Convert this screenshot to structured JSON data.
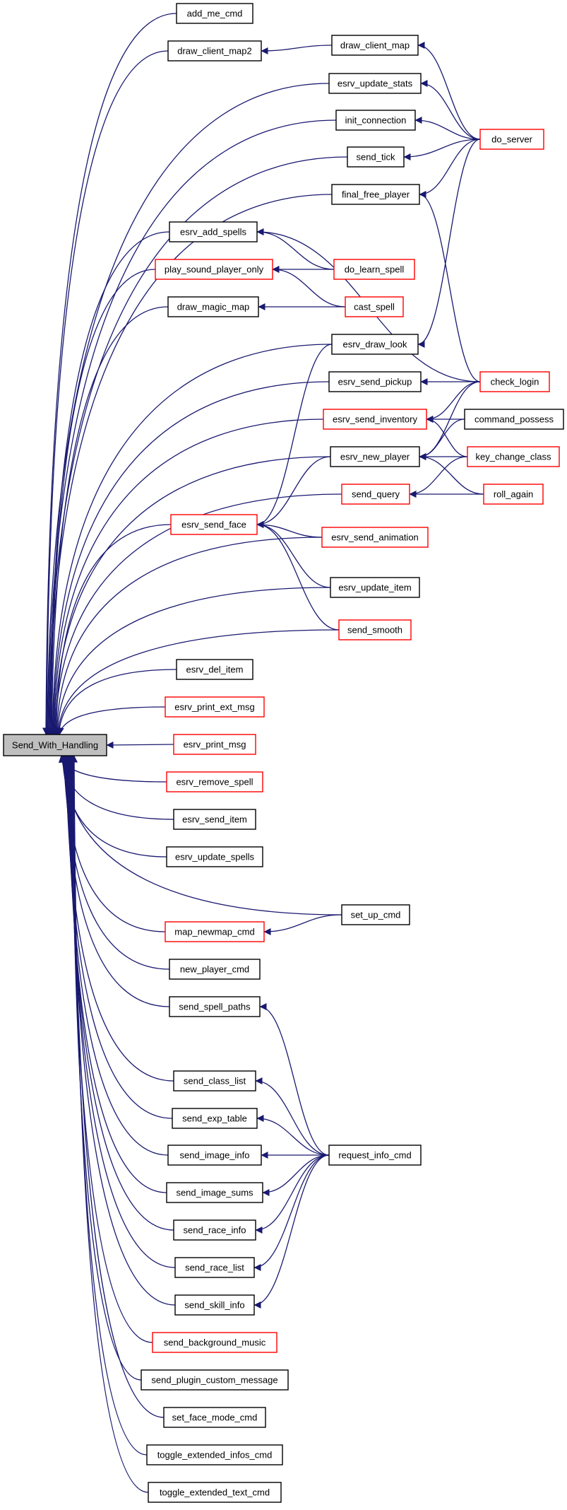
{
  "root": "Send_With_Handling",
  "nodes": [
    {
      "id": "Send_With_Handling",
      "label": "Send_With_Handling",
      "style": "root"
    },
    {
      "id": "add_me_cmd",
      "label": "add_me_cmd",
      "style": "normal"
    },
    {
      "id": "draw_client_map2",
      "label": "draw_client_map2",
      "style": "normal"
    },
    {
      "id": "draw_client_map",
      "label": "draw_client_map",
      "style": "normal"
    },
    {
      "id": "esrv_update_stats",
      "label": "esrv_update_stats",
      "style": "normal"
    },
    {
      "id": "init_connection",
      "label": "init_connection",
      "style": "normal"
    },
    {
      "id": "do_server",
      "label": "do_server",
      "style": "red"
    },
    {
      "id": "send_tick",
      "label": "send_tick",
      "style": "normal"
    },
    {
      "id": "final_free_player",
      "label": "final_free_player",
      "style": "normal"
    },
    {
      "id": "esrv_add_spells",
      "label": "esrv_add_spells",
      "style": "normal"
    },
    {
      "id": "play_sound_player_only",
      "label": "play_sound_player_only",
      "style": "red"
    },
    {
      "id": "do_learn_spell",
      "label": "do_learn_spell",
      "style": "red"
    },
    {
      "id": "cast_spell",
      "label": "cast_spell",
      "style": "red"
    },
    {
      "id": "draw_magic_map",
      "label": "draw_magic_map",
      "style": "normal"
    },
    {
      "id": "esrv_draw_look",
      "label": "esrv_draw_look",
      "style": "normal"
    },
    {
      "id": "esrv_send_pickup",
      "label": "esrv_send_pickup",
      "style": "normal"
    },
    {
      "id": "check_login",
      "label": "check_login",
      "style": "red"
    },
    {
      "id": "esrv_send_inventory",
      "label": "esrv_send_inventory",
      "style": "red"
    },
    {
      "id": "command_possess",
      "label": "command_possess",
      "style": "normal"
    },
    {
      "id": "esrv_new_player",
      "label": "esrv_new_player",
      "style": "normal"
    },
    {
      "id": "key_change_class",
      "label": "key_change_class",
      "style": "red"
    },
    {
      "id": "send_query",
      "label": "send_query",
      "style": "red"
    },
    {
      "id": "roll_again",
      "label": "roll_again",
      "style": "red"
    },
    {
      "id": "esrv_send_face",
      "label": "esrv_send_face",
      "style": "red"
    },
    {
      "id": "esrv_send_animation",
      "label": "esrv_send_animation",
      "style": "red"
    },
    {
      "id": "esrv_update_item",
      "label": "esrv_update_item",
      "style": "normal"
    },
    {
      "id": "send_smooth",
      "label": "send_smooth",
      "style": "red"
    },
    {
      "id": "esrv_del_item",
      "label": "esrv_del_item",
      "style": "normal"
    },
    {
      "id": "esrv_print_ext_msg",
      "label": "esrv_print_ext_msg",
      "style": "red"
    },
    {
      "id": "esrv_print_msg",
      "label": "esrv_print_msg",
      "style": "red"
    },
    {
      "id": "esrv_remove_spell",
      "label": "esrv_remove_spell",
      "style": "red"
    },
    {
      "id": "esrv_send_item",
      "label": "esrv_send_item",
      "style": "normal"
    },
    {
      "id": "esrv_update_spells",
      "label": "esrv_update_spells",
      "style": "normal"
    },
    {
      "id": "set_up_cmd",
      "label": "set_up_cmd",
      "style": "normal"
    },
    {
      "id": "map_newmap_cmd",
      "label": "map_newmap_cmd",
      "style": "red"
    },
    {
      "id": "new_player_cmd",
      "label": "new_player_cmd",
      "style": "normal"
    },
    {
      "id": "send_spell_paths",
      "label": "send_spell_paths",
      "style": "normal"
    },
    {
      "id": "send_class_list",
      "label": "send_class_list",
      "style": "normal"
    },
    {
      "id": "send_exp_table",
      "label": "send_exp_table",
      "style": "normal"
    },
    {
      "id": "send_image_info",
      "label": "send_image_info",
      "style": "normal"
    },
    {
      "id": "request_info_cmd",
      "label": "request_info_cmd",
      "style": "normal"
    },
    {
      "id": "send_image_sums",
      "label": "send_image_sums",
      "style": "normal"
    },
    {
      "id": "send_race_info",
      "label": "send_race_info",
      "style": "normal"
    },
    {
      "id": "send_race_list",
      "label": "send_race_list",
      "style": "normal"
    },
    {
      "id": "send_skill_info",
      "label": "send_skill_info",
      "style": "normal"
    },
    {
      "id": "send_background_music",
      "label": "send_background_music",
      "style": "red"
    },
    {
      "id": "send_plugin_custom_message",
      "label": "send_plugin_custom_message",
      "style": "normal"
    },
    {
      "id": "set_face_mode_cmd",
      "label": "set_face_mode_cmd",
      "style": "normal"
    },
    {
      "id": "toggle_extended_infos_cmd",
      "label": "toggle_extended_infos_cmd",
      "style": "normal"
    },
    {
      "id": "toggle_extended_text_cmd",
      "label": "toggle_extended_text_cmd",
      "style": "normal"
    }
  ],
  "edges": [
    [
      "add_me_cmd",
      "Send_With_Handling"
    ],
    [
      "draw_client_map2",
      "Send_With_Handling"
    ],
    [
      "esrv_update_stats",
      "Send_With_Handling"
    ],
    [
      "init_connection",
      "Send_With_Handling"
    ],
    [
      "send_tick",
      "Send_With_Handling"
    ],
    [
      "final_free_player",
      "Send_With_Handling"
    ],
    [
      "esrv_add_spells",
      "Send_With_Handling"
    ],
    [
      "play_sound_player_only",
      "Send_With_Handling"
    ],
    [
      "draw_magic_map",
      "Send_With_Handling"
    ],
    [
      "esrv_draw_look",
      "Send_With_Handling"
    ],
    [
      "esrv_send_pickup",
      "Send_With_Handling"
    ],
    [
      "esrv_send_inventory",
      "Send_With_Handling"
    ],
    [
      "esrv_new_player",
      "Send_With_Handling"
    ],
    [
      "send_query",
      "Send_With_Handling"
    ],
    [
      "esrv_send_face",
      "Send_With_Handling"
    ],
    [
      "esrv_send_animation",
      "Send_With_Handling"
    ],
    [
      "esrv_update_item",
      "Send_With_Handling"
    ],
    [
      "send_smooth",
      "Send_With_Handling"
    ],
    [
      "esrv_del_item",
      "Send_With_Handling"
    ],
    [
      "esrv_print_ext_msg",
      "Send_With_Handling"
    ],
    [
      "esrv_print_msg",
      "Send_With_Handling"
    ],
    [
      "esrv_remove_spell",
      "Send_With_Handling"
    ],
    [
      "esrv_send_item",
      "Send_With_Handling"
    ],
    [
      "esrv_update_spells",
      "Send_With_Handling"
    ],
    [
      "set_up_cmd",
      "Send_With_Handling"
    ],
    [
      "map_newmap_cmd",
      "Send_With_Handling"
    ],
    [
      "new_player_cmd",
      "Send_With_Handling"
    ],
    [
      "send_spell_paths",
      "Send_With_Handling"
    ],
    [
      "send_class_list",
      "Send_With_Handling"
    ],
    [
      "send_exp_table",
      "Send_With_Handling"
    ],
    [
      "send_image_info",
      "Send_With_Handling"
    ],
    [
      "send_image_sums",
      "Send_With_Handling"
    ],
    [
      "send_race_info",
      "Send_With_Handling"
    ],
    [
      "send_race_list",
      "Send_With_Handling"
    ],
    [
      "send_skill_info",
      "Send_With_Handling"
    ],
    [
      "send_background_music",
      "Send_With_Handling"
    ],
    [
      "send_plugin_custom_message",
      "Send_With_Handling"
    ],
    [
      "set_face_mode_cmd",
      "Send_With_Handling"
    ],
    [
      "toggle_extended_infos_cmd",
      "Send_With_Handling"
    ],
    [
      "toggle_extended_text_cmd",
      "Send_With_Handling"
    ],
    [
      "draw_client_map",
      "draw_client_map2"
    ],
    [
      "do_server",
      "draw_client_map"
    ],
    [
      "do_server",
      "esrv_update_stats"
    ],
    [
      "do_server",
      "init_connection"
    ],
    [
      "do_server",
      "send_tick"
    ],
    [
      "do_server",
      "final_free_player"
    ],
    [
      "do_server",
      "esrv_draw_look"
    ],
    [
      "check_login",
      "final_free_player"
    ],
    [
      "check_login",
      "esrv_add_spells"
    ],
    [
      "check_login",
      "esrv_send_pickup"
    ],
    [
      "check_login",
      "esrv_send_inventory"
    ],
    [
      "check_login",
      "esrv_new_player"
    ],
    [
      "do_learn_spell",
      "esrv_add_spells"
    ],
    [
      "do_learn_spell",
      "play_sound_player_only"
    ],
    [
      "cast_spell",
      "play_sound_player_only"
    ],
    [
      "cast_spell",
      "draw_magic_map"
    ],
    [
      "esrv_draw_look",
      "esrv_send_face"
    ],
    [
      "command_possess",
      "esrv_send_inventory"
    ],
    [
      "command_possess",
      "esrv_new_player"
    ],
    [
      "key_change_class",
      "esrv_send_inventory"
    ],
    [
      "key_change_class",
      "esrv_new_player"
    ],
    [
      "key_change_class",
      "send_query"
    ],
    [
      "roll_again",
      "esrv_new_player"
    ],
    [
      "roll_again",
      "send_query"
    ],
    [
      "esrv_new_player",
      "esrv_send_face"
    ],
    [
      "esrv_send_animation",
      "esrv_send_face"
    ],
    [
      "esrv_update_item",
      "esrv_send_face"
    ],
    [
      "send_smooth",
      "esrv_send_face"
    ],
    [
      "set_up_cmd",
      "map_newmap_cmd"
    ],
    [
      "request_info_cmd",
      "send_spell_paths"
    ],
    [
      "request_info_cmd",
      "send_class_list"
    ],
    [
      "request_info_cmd",
      "send_exp_table"
    ],
    [
      "request_info_cmd",
      "send_image_info"
    ],
    [
      "request_info_cmd",
      "send_image_sums"
    ],
    [
      "request_info_cmd",
      "send_race_info"
    ],
    [
      "request_info_cmd",
      "send_race_list"
    ],
    [
      "request_info_cmd",
      "send_skill_info"
    ]
  ],
  "colors": {
    "edge": "#191970",
    "highlight_border": "#ff0000",
    "root_fill": "#bfbfbf"
  }
}
